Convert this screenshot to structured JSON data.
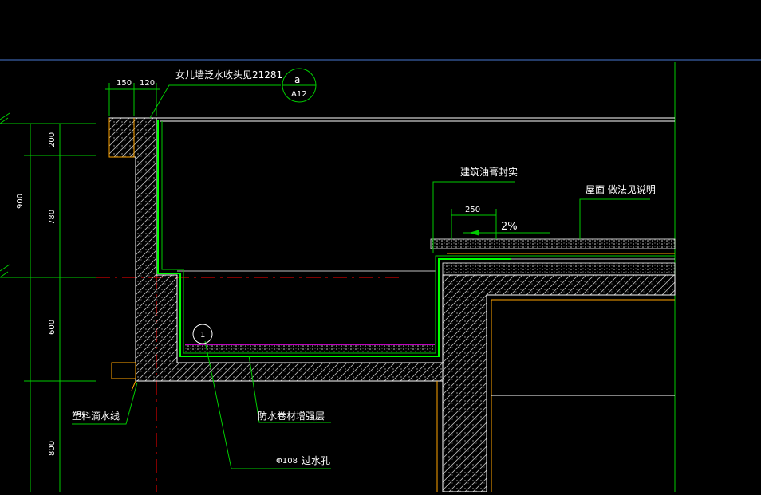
{
  "drawing": {
    "labels": {
      "parapet_flashing": "女儿墙泛水收头见21281",
      "asphalt_seal": "建筑油膏封实",
      "roof_note": "屋面 做法见说明",
      "drip_line": "塑料滴水线",
      "membrane_layer": "防水卷材增强层",
      "weep_hole_dia": "Φ108",
      "weep_hole": "过水孔"
    },
    "callout": {
      "letter": "a",
      "sheet": "A12"
    },
    "weep_marker": "1",
    "slope": {
      "value": "2%",
      "length": "250"
    },
    "dimensions": {
      "top_150": "150",
      "top_120": "120",
      "v_200": "200",
      "v_780": "780",
      "v_900": "900",
      "v_600": "600",
      "v_800": "800"
    },
    "colors": {
      "background": "#000000",
      "concrete_outline": "#ffffff",
      "waterproof": "#00ff00",
      "finish_line": "#ffa500",
      "axis_line": "#ff0000",
      "membrane": "#ff00ff",
      "border": "#3a5fa8"
    }
  }
}
